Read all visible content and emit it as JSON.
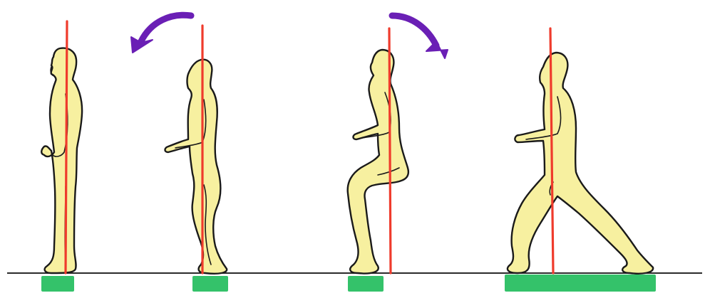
{
  "figures": [
    {
      "id": "figure-1",
      "pose": "upright-standing"
    },
    {
      "id": "figure-2",
      "pose": "leaning-back"
    },
    {
      "id": "figure-3",
      "pose": "squatting-leaning-forward"
    },
    {
      "id": "figure-4",
      "pose": "forward-lunge"
    }
  ],
  "arrows": [
    {
      "id": "arrow-1",
      "direction": "counter-clockwise",
      "icon": "curved-arrow-left-icon"
    },
    {
      "id": "arrow-2",
      "direction": "clockwise",
      "icon": "curved-arrow-right-icon"
    }
  ],
  "colors": {
    "background": "#ffffff",
    "body_fill": "#f7f0a0",
    "outline": "#1a1a1a",
    "center_line": "#ef3b2c",
    "arrow": "#6a1fb5",
    "support_base": "#34c26a",
    "ground": "#2b2b2b"
  }
}
